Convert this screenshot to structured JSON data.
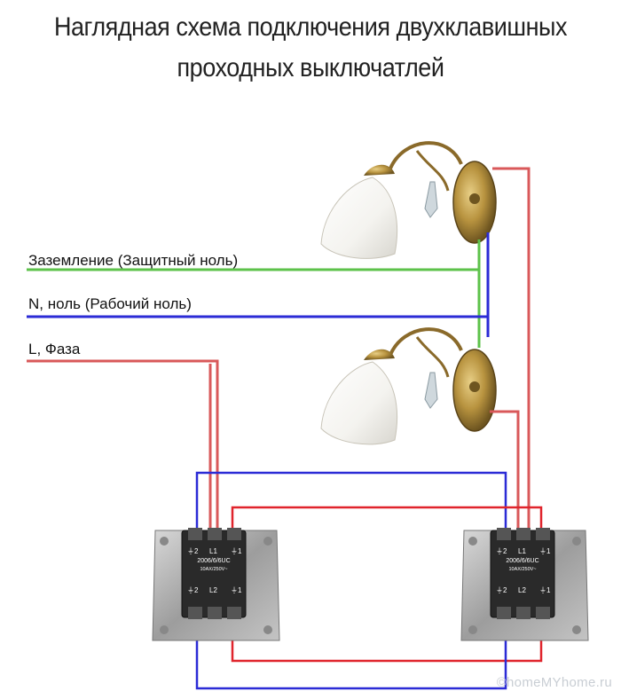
{
  "title": {
    "line1": "Наглядная схема подключения двухклавишных",
    "line2": "проходных выключатлей"
  },
  "wires": {
    "ground_label": "Заземление (Защитный ноль)",
    "neutral_label": "N, ноль (Рабочий ноль)",
    "phase_label": "L, Фаза"
  },
  "switches": [
    {
      "terminal_top_left": "⏚2",
      "terminal_top_mid": "L1",
      "terminal_top_right": "⏚1",
      "model": "2006/6/6UC",
      "rating": "10AX/250V~",
      "terminal_bottom_left": "⏚2",
      "terminal_bottom_mid": "L2",
      "terminal_bottom_right": "⏚1"
    },
    {
      "terminal_top_left": "⏚2",
      "terminal_top_mid": "L1",
      "terminal_top_right": "⏚1",
      "model": "2006/6/6UC",
      "rating": "10AX/250V~",
      "terminal_bottom_left": "⏚2",
      "terminal_bottom_mid": "L2",
      "terminal_bottom_right": "⏚1"
    }
  ],
  "watermark": "©homeMYhome.ru",
  "colors": {
    "ground": "#5cc24a",
    "neutral": "#2b2bd6",
    "phase": "#d9585a",
    "traveler_red": "#e0242c"
  }
}
